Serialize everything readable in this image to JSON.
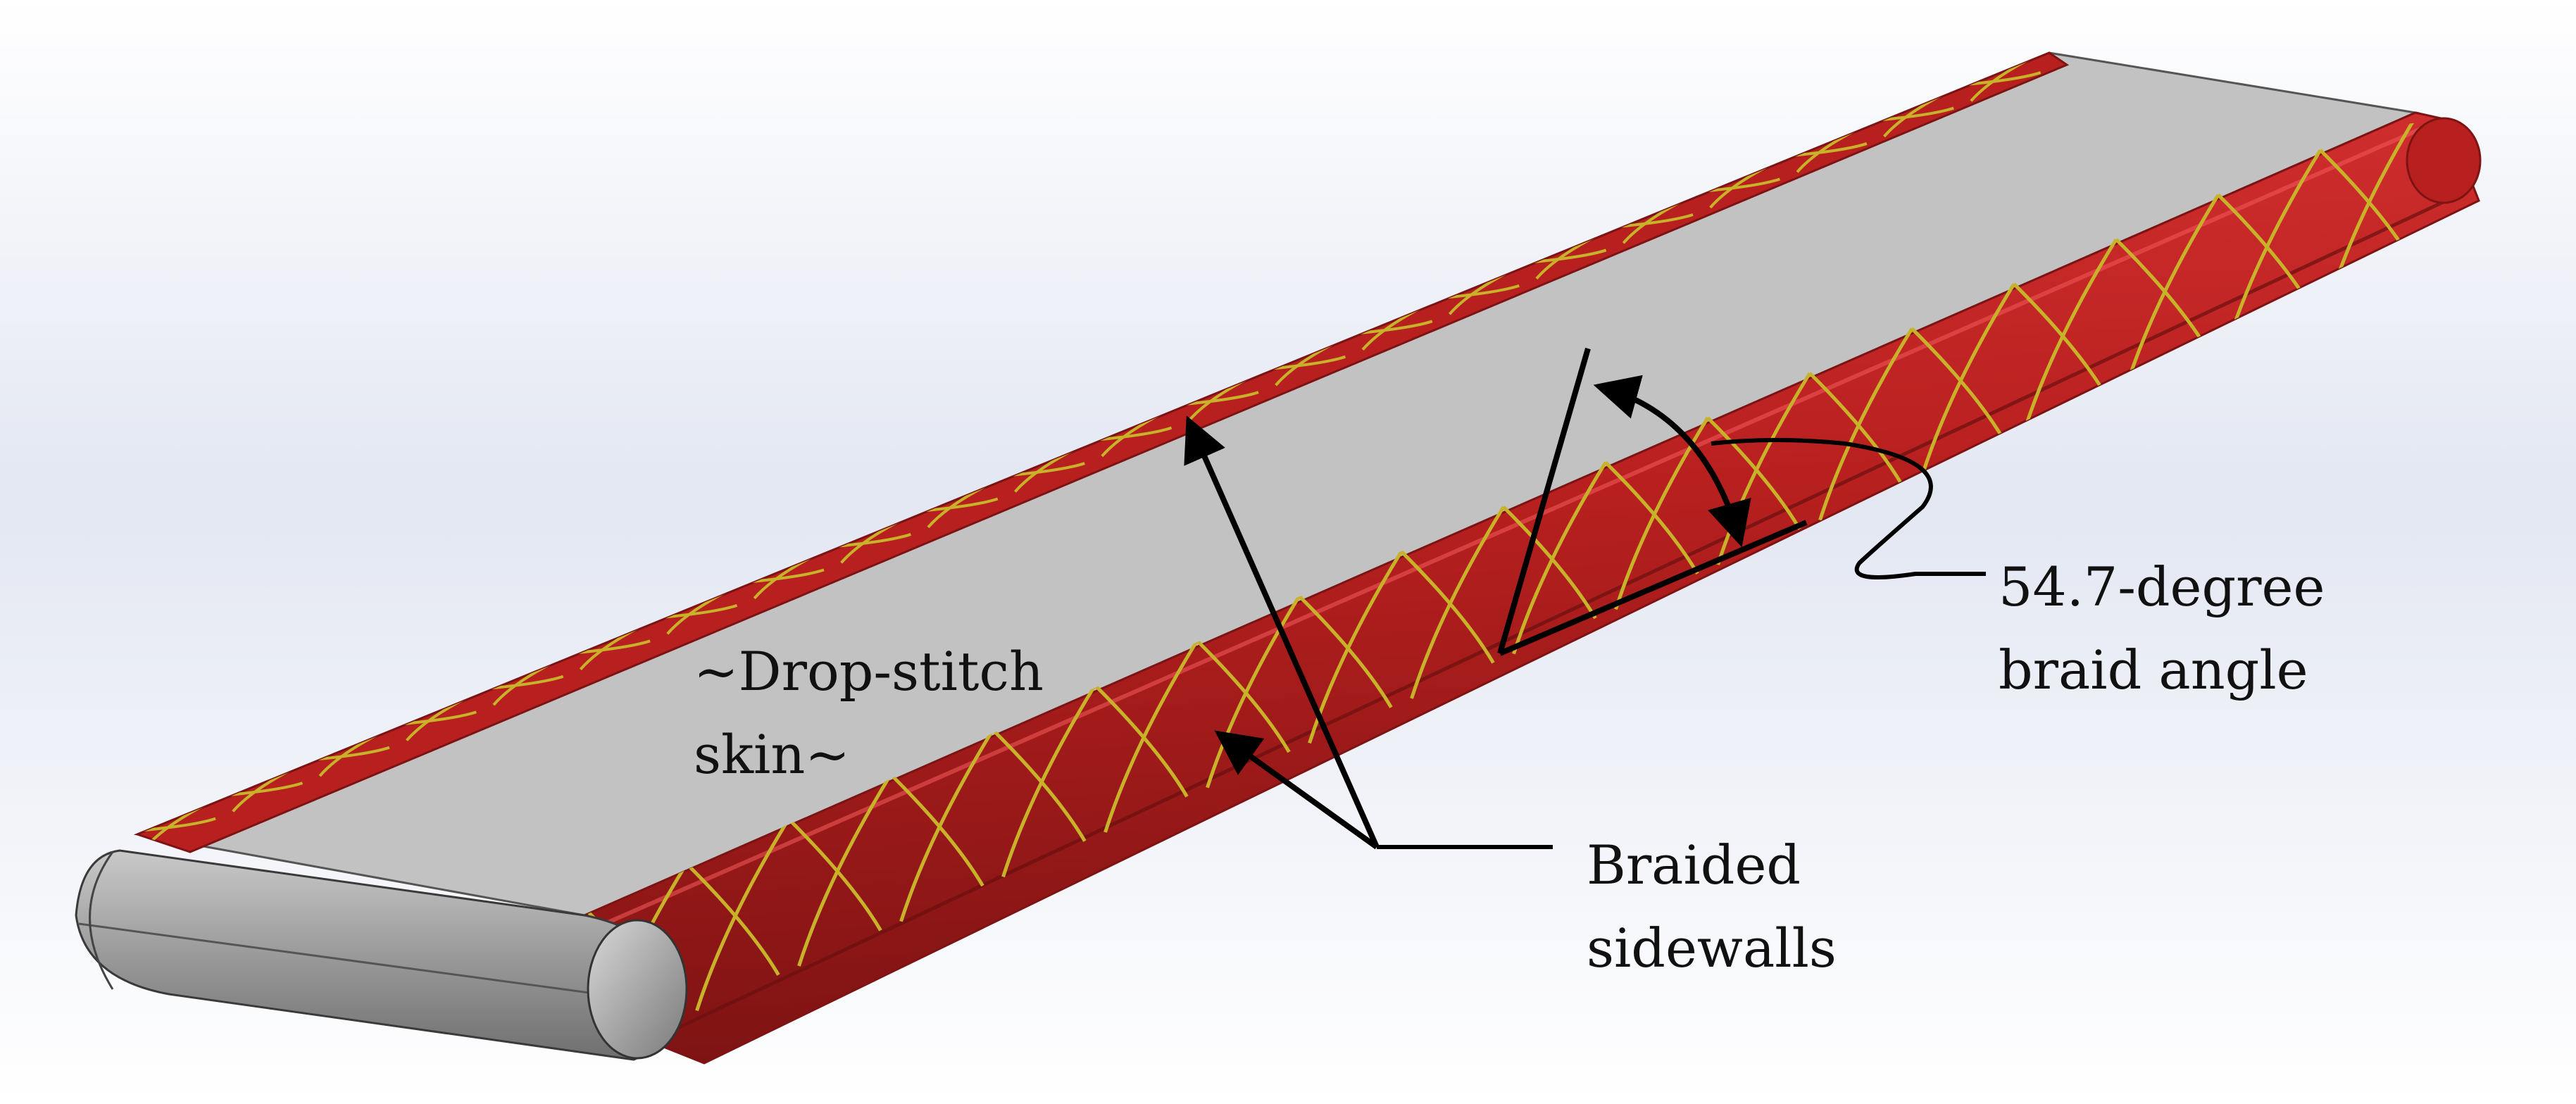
{
  "labels": {
    "skin": [
      "~Drop-stitch",
      "skin~"
    ],
    "sidewalls": [
      "Braided",
      "sidewalls"
    ],
    "angle": [
      "54.7-degree",
      "braid angle"
    ]
  },
  "colors": {
    "tube": "#b8201f",
    "tube_highlight": "#d63232",
    "tube_shadow": "#7e1313",
    "skin": "#c2c2c2",
    "end_cap": "#8f8f8f",
    "braid": "#c8b22a",
    "annotation": "#000000"
  }
}
